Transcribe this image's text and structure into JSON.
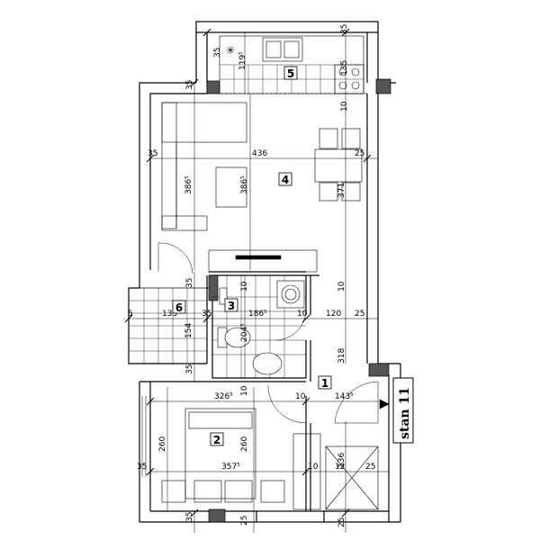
{
  "plan": {
    "unit_label": "stan 11",
    "rooms": {
      "r1": "1",
      "r2": "2",
      "r3": "3",
      "r4": "4",
      "r5": "5",
      "r6": "6"
    },
    "dimensions": {
      "kitchen_left_35": "35",
      "kitchen_right_35": "35",
      "kitchen_height_119": "119⁵",
      "kitchen_135": "135",
      "living_top_35": "35",
      "living_right_10": "10",
      "living_left_35": "35",
      "living_width_436": "436",
      "living_right_25": "25",
      "living_386_left": "386⁵",
      "living_386_right": "386⁵",
      "living_371": "371",
      "bath_top_35": "35",
      "bath_10": "10",
      "hall_10_top": "10",
      "terrace_5": "5",
      "terrace_135": "135",
      "terrace_35": "35",
      "bath_width_186": "186⁵",
      "bath_10_right": "10",
      "hall_120": "120",
      "hall_25": "25",
      "terrace_154": "154",
      "bath_204": "204⁵",
      "hall_318": "318",
      "bed_top_35": "35",
      "bath_bottom_10": "10",
      "bed_width_326": "326⁵",
      "hall_10_mid": "10",
      "hall_143": "143⁵",
      "bed_260_left": "260",
      "bed_260_right": "260",
      "bed_bottom_35": "35",
      "bed_width_357": "357⁵",
      "bed_right_10": "10",
      "shaft_136": "136",
      "shaft_12": "12",
      "shaft_25": "25",
      "bottom_35": "35",
      "bottom_25_left": "25",
      "bottom_25_right": "25"
    }
  }
}
